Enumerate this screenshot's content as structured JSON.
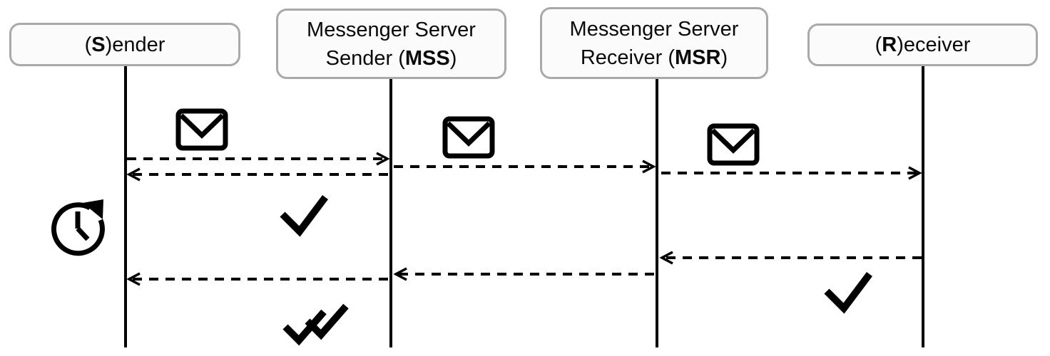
{
  "colors": {
    "ink": "#000000",
    "box_border": "#a9a9a9",
    "box_fill": "#fbfbfb",
    "background": "#ffffff"
  },
  "diagram": {
    "type": "sequence-diagram",
    "actors": [
      {
        "id": "sender",
        "pre": "(",
        "bold": "S",
        "post": ")ender"
      },
      {
        "id": "mss",
        "line1": "Messenger Server",
        "pre": "Sender (",
        "bold": "MSS",
        "post": ")"
      },
      {
        "id": "msr",
        "line1": "Messenger Server",
        "pre": "Receiver (",
        "bold": "MSR",
        "post": ")"
      },
      {
        "id": "receiver",
        "pre": "(",
        "bold": "R",
        "post": ")eceiver"
      }
    ],
    "messages": [
      {
        "from": "sender",
        "to": "mss",
        "style": "dashed",
        "icon": "envelope-icon"
      },
      {
        "from": "mss",
        "to": "sender",
        "style": "dashed",
        "icon": "check-icon"
      },
      {
        "from": "mss",
        "to": "msr",
        "style": "dashed",
        "icon": "envelope-icon"
      },
      {
        "from": "msr",
        "to": "receiver",
        "style": "dashed",
        "icon": "envelope-icon"
      },
      {
        "from": "receiver",
        "to": "msr",
        "style": "dashed",
        "icon": "check-icon"
      },
      {
        "from": "msr",
        "to": "mss",
        "style": "dashed",
        "icon": null
      },
      {
        "from": "mss",
        "to": "sender",
        "style": "dashed",
        "icon": "double-check-icon"
      }
    ],
    "status_icons": [
      {
        "actor": "sender",
        "icon": "pending-clock-icon"
      }
    ]
  }
}
